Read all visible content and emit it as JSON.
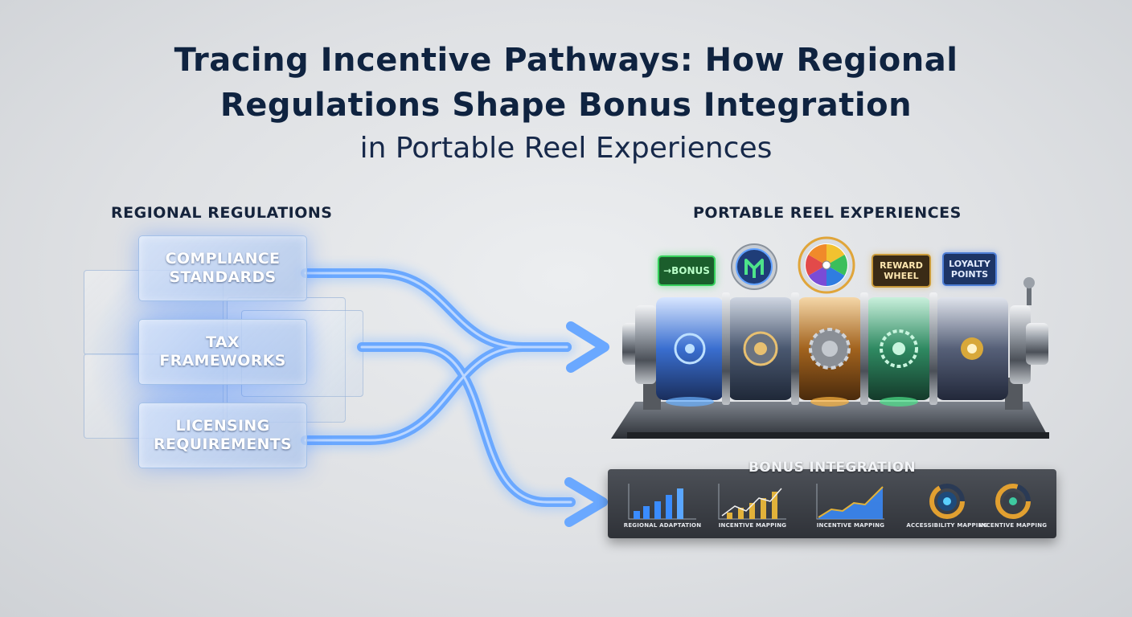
{
  "title": {
    "line1": "Tracing Incentive Pathways: How Regional",
    "line2": "Regulations Shape Bonus Integration",
    "line3": "in Portable Reel Experiences"
  },
  "left": {
    "heading": "REGIONAL REGULATIONS",
    "cards": [
      {
        "line1": "COMPLIANCE",
        "line2": "STANDARDS"
      },
      {
        "line1": "TAX",
        "line2": "FRAMEWORKS"
      },
      {
        "line1": "LICENSING",
        "line2": "REQUIREMENTS"
      }
    ]
  },
  "right": {
    "heading": "PORTABLE REEL EXPERIENCES",
    "badges": {
      "bonus": "→BONUS",
      "reward_line1": "REWARD",
      "reward_line2": "WHEEL",
      "loyalty_line1": "LOYALTY",
      "loyalty_line2": "POINTS"
    },
    "icons": [
      "arrow-token-icon",
      "prize-wheel-icon"
    ]
  },
  "panel": {
    "title": "BONUS INTEGRATION",
    "items": [
      {
        "caption": "REGIONAL ADAPTATION",
        "icon": "bar-chart-icon"
      },
      {
        "caption": "INCENTIVE MAPPING",
        "icon": "bar-line-chart-icon"
      },
      {
        "caption": "INCENTIVE MAPPING",
        "icon": "area-chart-icon"
      },
      {
        "caption": "ACCESSIBILITY MAPPING",
        "icon": "ring-gauge-icon"
      },
      {
        "caption": "INCENTIVE MAPPING",
        "icon": "ring-gauge-icon"
      }
    ]
  },
  "colors": {
    "title": "#0f2340",
    "flow": "#6aa8ff",
    "bonus_green": "#36d15c",
    "reward_gold": "#c99a3a",
    "loyalty_blue": "#4e7ed6"
  }
}
